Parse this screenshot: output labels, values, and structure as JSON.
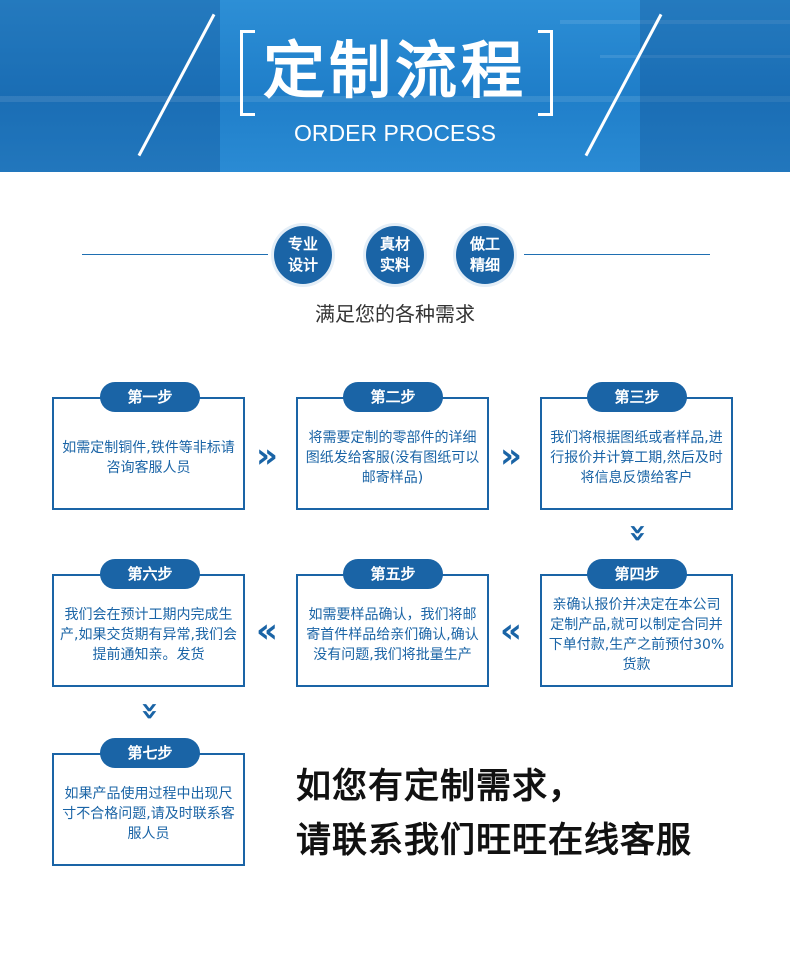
{
  "banner": {
    "title": "定制流程",
    "subtitle": "ORDER PROCESS"
  },
  "badges": [
    {
      "line1": "专业",
      "line2": "设计"
    },
    {
      "line1": "真材",
      "line2": "实料"
    },
    {
      "line1": "做工",
      "line2": "精细"
    }
  ],
  "tagline": "满足您的各种需求",
  "steps": [
    {
      "label": "第一步",
      "text": "如需定制铜件,铁件等非标请咨询客服人员"
    },
    {
      "label": "第二步",
      "text": "将需要定制的零部件的详细图纸发给客服(没有图纸可以邮寄样品)"
    },
    {
      "label": "第三步",
      "text": "我们将根据图纸或者样品,进行报价并计算工期,然后及时将信息反馈给客户"
    },
    {
      "label": "第四步",
      "text": "亲确认报价并决定在本公司定制产品,就可以制定合同并下单付款,生产之前预付30%货款"
    },
    {
      "label": "第五步",
      "text": "如需要样品确认，我们将邮寄首件样品给亲们确认,确认没有问题,我们将批量生产"
    },
    {
      "label": "第六步",
      "text": "我们会在预计工期内完成生产,如果交货期有异常,我们会提前通知亲。发货"
    },
    {
      "label": "第七步",
      "text": "如果产品使用过程中出现尺寸不合格问题,请及时联系客服人员"
    }
  ],
  "arrows": {
    "right": "»",
    "left": "«",
    "down": "»"
  },
  "cta": {
    "line1": "如您有定制需求，",
    "line2": "请联系我们旺旺在线客服"
  },
  "colors": {
    "primary": "#1a64a6",
    "banner": "#1f7ec9"
  }
}
